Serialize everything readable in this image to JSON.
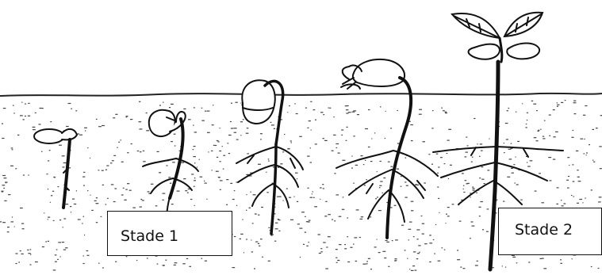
{
  "labels": {
    "stage_1": "Stade 1",
    "stage_2": "Stade 2"
  },
  "colors": {
    "ink": "#111111",
    "background": "#ffffff"
  },
  "illustration": {
    "subject": "bean-seed-germination-sequence",
    "plant_count": 5
  }
}
